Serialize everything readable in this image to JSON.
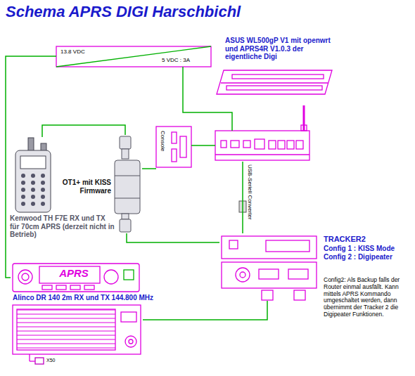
{
  "diagram": {
    "title": "Schema APRS DIGI Harschbichl",
    "nodes": [
      {
        "text": [
          "13.8 VDC",
          "5 VDC : 3A"
        ]
      },
      {
        "text": [
          "ASUS WL500gP V1 mit openwrt und APRS4R V1.0.3 der eigentliche Digi"
        ]
      },
      {
        "text": [
          "Console"
        ]
      },
      {
        "text": [
          "Kenwood TH F7E RX und TX für 70cm APRS (derzeit nicht in Betrieb)"
        ]
      },
      {
        "text": [
          "OT1+ mit KISS Firmware"
        ]
      },
      {
        "text": [
          "TRACKER2",
          "Config 1 : KISS Mode Config 2 : Digipeater"
        ]
      },
      {
        "text": [
          "APRS",
          "Alinco DR 140 2m RX und TX 144.800 MHz"
        ]
      }
    ],
    "edges": [
      {
        "from": 0,
        "to": 1,
        "arrow": "none"
      },
      {
        "from": 0,
        "to": 6,
        "arrow": "none"
      },
      {
        "from": 3,
        "to": 4,
        "arrow": "none"
      },
      {
        "from": 4,
        "to": 2,
        "arrow": "none"
      },
      {
        "from": 1,
        "to": 2,
        "arrow": "none"
      },
      {
        "from": 1,
        "to": 5,
        "arrow": "none"
      },
      {
        "from": 4,
        "to": 5,
        "arrow": "none"
      },
      {
        "from": 5,
        "to": 6,
        "arrow": "none"
      }
    ],
    "labels": [
      "USB-Seriell Converter",
      "Config2: Als Backup falls der Router einmal ausfällt. Kann mittels APRS Kommando umgeschaltet werden, dann übernimmt der Tracker 2 die Digipeater Funktionen.",
      "X50"
    ]
  }
}
